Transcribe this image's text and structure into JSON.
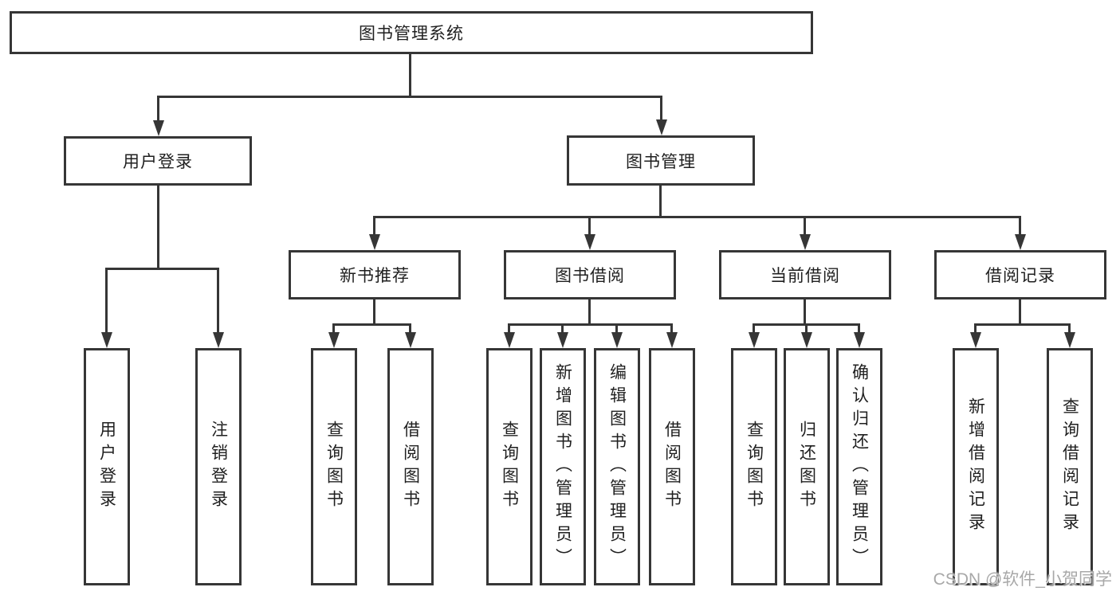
{
  "tree": {
    "root": {
      "label": "图书管理系统",
      "children": [
        {
          "label": "用户登录",
          "children": [
            {
              "label": "用户登录"
            },
            {
              "label": "注销登录"
            }
          ]
        },
        {
          "label": "图书管理",
          "children": [
            {
              "label": "新书推荐",
              "children": [
                {
                  "label": "查询图书"
                },
                {
                  "label": "借阅图书"
                }
              ]
            },
            {
              "label": "图书借阅",
              "children": [
                {
                  "label": "查询图书"
                },
                {
                  "label": "新增图书（管理员）"
                },
                {
                  "label": "编辑图书（管理员）"
                },
                {
                  "label": "借阅图书"
                }
              ]
            },
            {
              "label": "当前借阅",
              "children": [
                {
                  "label": "查询图书"
                },
                {
                  "label": "归还图书"
                },
                {
                  "label": "确认归还（管理员）"
                }
              ]
            },
            {
              "label": "借阅记录",
              "children": [
                {
                  "label": "新增借阅记录"
                },
                {
                  "label": "查询借阅记录"
                }
              ]
            }
          ]
        }
      ]
    }
  },
  "watermark": {
    "text": "CSDN @软件_小贺同学"
  },
  "colors": {
    "line": "#363636",
    "box_border": "#363636",
    "background": "#ffffff",
    "text": "#1f1f1f",
    "watermark": "#9e9e9e"
  }
}
